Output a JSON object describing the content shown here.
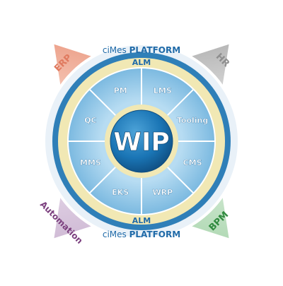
{
  "center": {
    "label": "WIP"
  },
  "alm_top": "ALM",
  "alm_bottom": "ALM",
  "platform_top": {
    "prefix": "ciMes",
    "name": "PLATFORM"
  },
  "platform_bottom": {
    "prefix": "ciMes",
    "name": "PLATFORM"
  },
  "modules": [
    "LMS",
    "Tooling",
    "CMS",
    "WRP",
    "EKS",
    "MMS",
    "QC",
    "PM"
  ],
  "arrows": [
    {
      "label": "ERP",
      "color": "#e58a6e"
    },
    {
      "label": "HR",
      "color": "#9a9a9a"
    },
    {
      "label": "BPM",
      "color": "#3f9a4a"
    },
    {
      "label": "Automation",
      "color": "#8a4d8c"
    }
  ],
  "colors": {
    "outer_ring": "#e8f0f7",
    "blue_ring": "#2f7fb8",
    "cream_ring": "#f1e8b4",
    "sector": "#8fc6e8",
    "hub": "#1a75b5",
    "text_blue": "#1f6aa8"
  }
}
